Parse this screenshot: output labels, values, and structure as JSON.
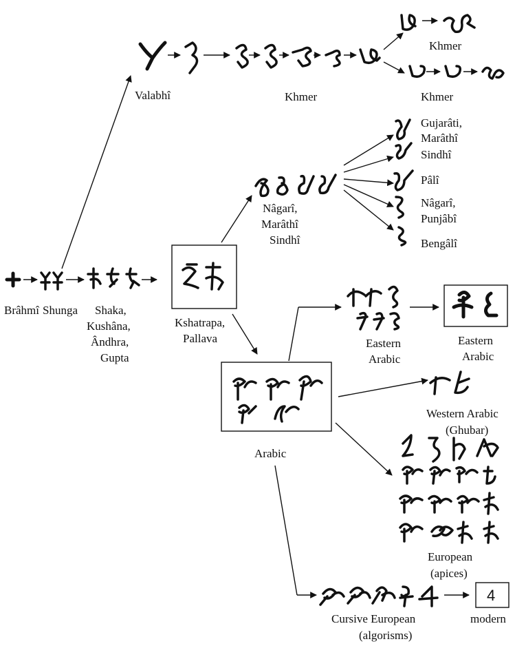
{
  "labels": {
    "brahmi": "Brâhmî",
    "shunga": "Shunga",
    "shaka": [
      "Shaka,",
      "Kushâna,",
      "Ândhra,",
      "Gupta"
    ],
    "kshatrapa": [
      "Kshatrapa,",
      "Pallava"
    ],
    "valabhi": "Valabhî",
    "khmer_mid": "Khmer",
    "khmer_top": "Khmer",
    "khmer_right": "Khmer",
    "nagari": [
      "Nâgarî,",
      "Marâthî",
      "Sindhî"
    ],
    "gujarati": [
      "Gujarâti,",
      "Marâthî"
    ],
    "sindhi": "Sindhî",
    "pali": "Pâlî",
    "nagari_punjabi": [
      "Nâgarî,",
      "Punjâbî"
    ],
    "bengali": "Bengâlî",
    "eastern_arabic_mid": [
      "Eastern",
      "Arabic"
    ],
    "eastern_arabic_box": [
      "Eastern",
      "Arabic"
    ],
    "arabic": "Arabic",
    "western_arabic": [
      "Western Arabic",
      "(Ghubar)"
    ],
    "european": [
      "European",
      "(apices)"
    ],
    "cursive": [
      "Cursive European",
      "(algorisms)"
    ],
    "modern": "modern",
    "modern_digit": "4"
  }
}
